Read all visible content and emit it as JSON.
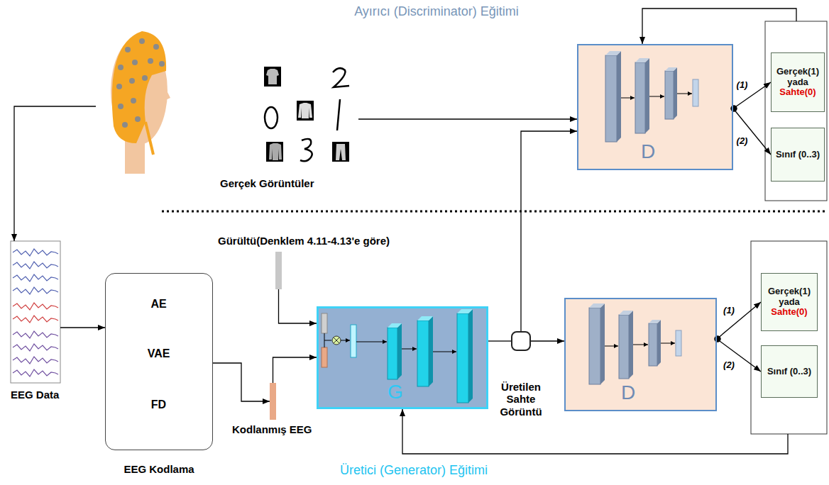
{
  "diagram": {
    "nodes": [
      {
        "text": [
          "Gerçek Görüntüler"
        ]
      },
      {
        "text": [
          "D"
        ]
      },
      {
        "text": [
          "Gerçek(1) yada",
          "Sahte(0)"
        ]
      },
      {
        "text": [
          "Sınıf (0..3)"
        ]
      },
      {
        "text": [
          "EEG Data"
        ]
      },
      {
        "text": [
          "AE",
          "VAE",
          "FD",
          "EEG Kodlama"
        ]
      },
      {
        "text": [
          "Gürültü(Denklem 4.11-4.13'e göre)"
        ]
      },
      {
        "text": [
          "Kodlanmış EEG"
        ]
      },
      {
        "text": [
          "G"
        ]
      },
      {
        "text": [
          "Üretilen Sahte Görüntü"
        ]
      },
      {
        "text": [
          "D"
        ]
      },
      {
        "text": [
          "Gerçek(1) yada",
          "Sahte(0)"
        ]
      },
      {
        "text": [
          "Sınıf (0..3)"
        ]
      }
    ],
    "edges": [
      {
        "from": 0,
        "to": 1,
        "arrow": "to"
      },
      {
        "from": 1,
        "to": 2,
        "label": "(1)",
        "arrow": "to"
      },
      {
        "from": 1,
        "to": 3,
        "label": "(2)",
        "arrow": "to"
      },
      {
        "from": 4,
        "to": 5,
        "arrow": "to"
      },
      {
        "from": 5,
        "to": 7,
        "arrow": "to"
      },
      {
        "from": 6,
        "to": 8,
        "arrow": "to"
      },
      {
        "from": 7,
        "to": 8,
        "arrow": "to"
      },
      {
        "from": 8,
        "to": 9,
        "arrow": "none"
      },
      {
        "from": 9,
        "to": 10,
        "arrow": "to"
      },
      {
        "from": 9,
        "to": 1,
        "arrow": "to"
      },
      {
        "from": 10,
        "to": 11,
        "label": "(1)",
        "arrow": "to"
      },
      {
        "from": 10,
        "to": 12,
        "label": "(2)",
        "arrow": "to"
      }
    ],
    "labels": [
      "Ayırıcı (Discriminator) Eğitimi",
      "Üretici (Generator) Eğitimi"
    ]
  }
}
